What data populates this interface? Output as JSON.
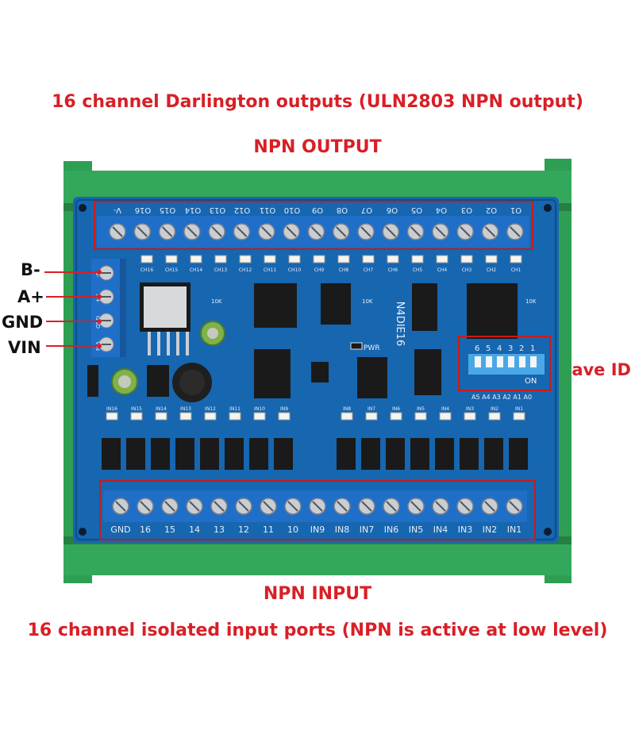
{
  "captions": {
    "top": "16 channel Darlington outputs (ULN2803 NPN output)",
    "npn_output": "NPN OUTPUT",
    "npn_input": "NPN INPUT",
    "bottom": "16 channel isolated input ports (NPN is active at low level)"
  },
  "power_labels": [
    "B-",
    "A+",
    "GND",
    "VIN"
  ],
  "slave_id_label": "Slave ID",
  "board": {
    "model": "N4DIE16",
    "pwr": "PWR",
    "output_terminals": [
      "V-",
      "O16",
      "O15",
      "O14",
      "O13",
      "O12",
      "O11",
      "O10",
      "O9",
      "O8",
      "O7",
      "O6",
      "O5",
      "O4",
      "O3",
      "O2",
      "O1"
    ],
    "input_terminals": [
      "GND",
      "16",
      "15",
      "14",
      "13",
      "12",
      "11",
      "10",
      "IN9",
      "IN8",
      "IN7",
      "IN6",
      "IN5",
      "IN4",
      "IN3",
      "IN2",
      "IN1"
    ],
    "output_leds": [
      "CH16",
      "CH15",
      "CH14",
      "CH13",
      "CH12",
      "CH11",
      "CH10",
      "CH9",
      "CH8",
      "CH7",
      "CH6",
      "CH5",
      "CH4",
      "CH3",
      "CH2",
      "CH1"
    ],
    "input_leds": [
      "IN16",
      "IN15",
      "IN14",
      "IN13",
      "IN12",
      "IN11",
      "IN10",
      "IN9",
      "IN8",
      "IN7",
      "IN6",
      "IN5",
      "IN4",
      "IN3",
      "IN2",
      "IN1"
    ],
    "dip_numbers": [
      "6",
      "5",
      "4",
      "3",
      "2",
      "1"
    ],
    "dip_on": "ON",
    "dip_address": "A5 A4 A3 A2 A1 A0",
    "power_block_labels": [
      "B-",
      "A+",
      "GND",
      "VIN"
    ],
    "resistor_label": "10K"
  }
}
